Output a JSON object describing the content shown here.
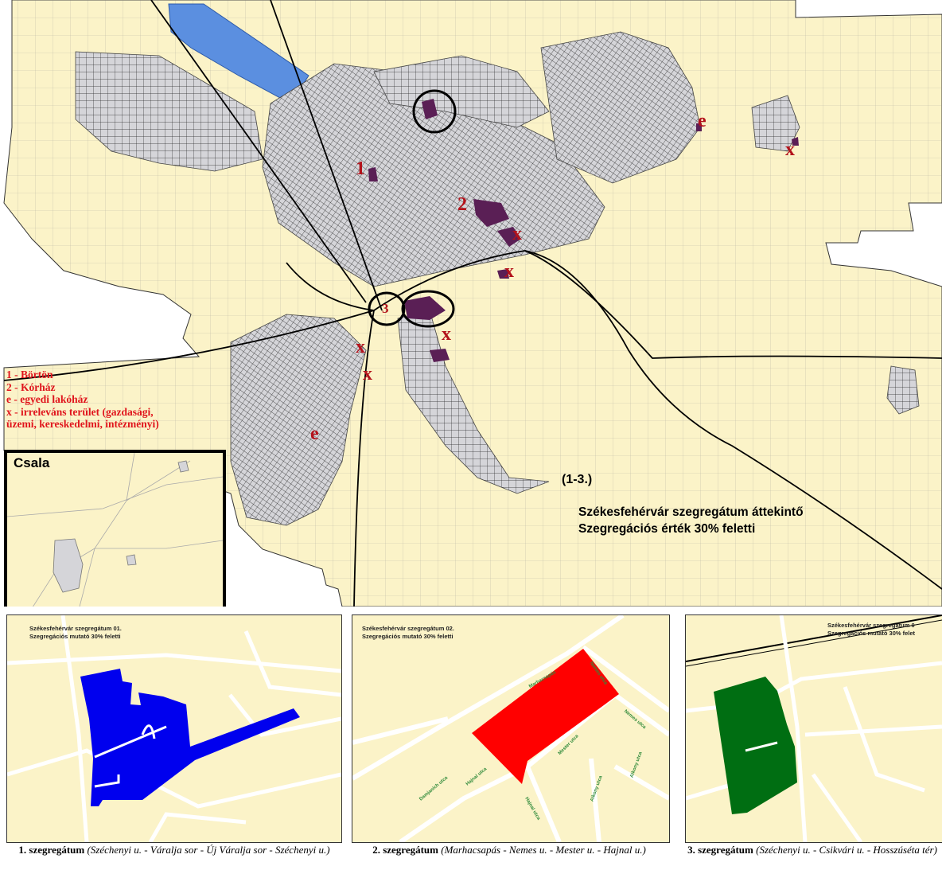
{
  "legend": {
    "items": [
      "1 - Börtön",
      "2 - Kórház",
      "e - egyedi lakóház",
      "x - irreleváns terület (gazdasági,",
      "üzemi, kereskedelmi, intézményi)"
    ]
  },
  "markers": {
    "m1": "1",
    "m2": "2",
    "m3": "3",
    "e": "e",
    "x": "x"
  },
  "inset": {
    "title": "Csala"
  },
  "overview": {
    "range": "(1-3.)",
    "title_line1": "Székesfehérvár szegregátum áttekintő",
    "title_line2": "Szegregációs érték 30% feletti"
  },
  "colors": {
    "map_background": "#fbf3c8",
    "built_area": "#d5d5d9",
    "segregated_area": "#5a1f55",
    "water": "#5b8fe0",
    "segregate_1": "#0000ee",
    "segregate_2": "#ff0000",
    "segregate_3": "#006e12"
  },
  "panels": [
    {
      "head_line1": "Székesfehérvár szegregátum 01.",
      "head_line2": "Szegregációs mutató 30% feletti",
      "caption_bold": "1. szegregátum",
      "caption_italic": "(Széchenyi u. - Váralja sor - Új Váralja sor - Széchenyi u.)"
    },
    {
      "head_line1": "Székesfehérvár szegregátum 02.",
      "head_line2": "Szegregációs mutató 30% feletti",
      "caption_bold": "2. szegregátum",
      "caption_italic": "(Marhacsapás - Nemes u. - Mester u. - Hajnal u.)"
    },
    {
      "head_line1": "Székesfehérvár szegregátum 0",
      "head_line2": "Szegregációs mutató 30% felet",
      "caption_bold": "3. szegregátum",
      "caption_italic": "(Széchenyi u. - Csikvári u. - Hosszúséta tér)"
    }
  ],
  "streets": {
    "p2": {
      "marhacsapas": "Marhacsapás",
      "nemes": "Nemes utca",
      "mester": "Mester utca",
      "hajnal": "Hajnal utca",
      "damjanich": "Damjanich utca",
      "alkony": "Alkony utca"
    }
  }
}
